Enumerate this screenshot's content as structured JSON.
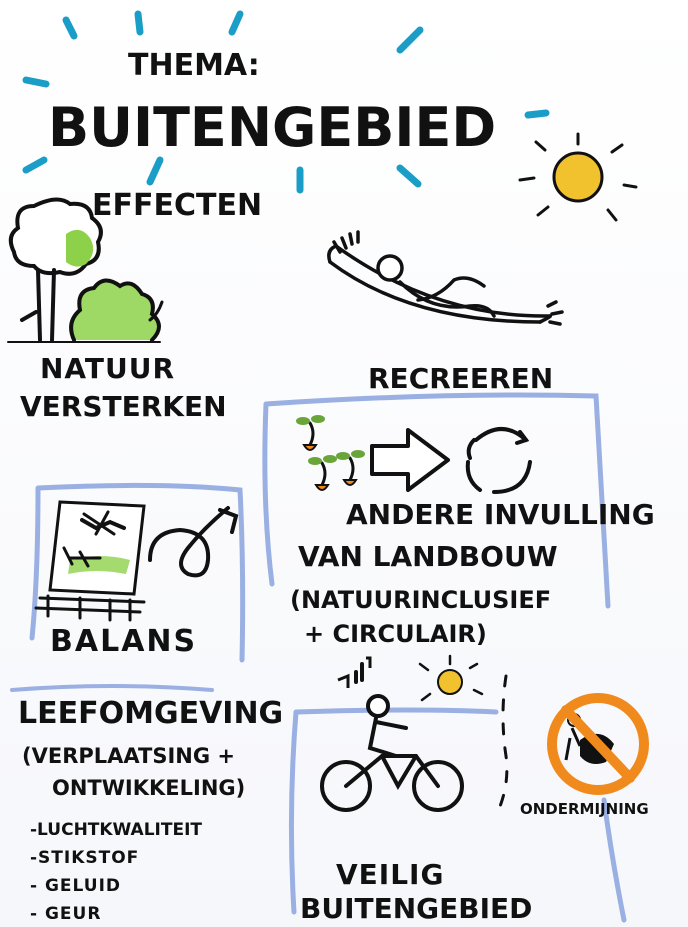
{
  "header": {
    "thema": "THEMA:",
    "title": "BUITENGEBIED"
  },
  "sections": {
    "effecten": "EFFECTEN",
    "natuur": [
      "NATUUR",
      "VERSTERKEN"
    ],
    "recreeren": "RECREEREN",
    "landbouw": [
      "ANDERE INVULLING",
      "VAN LANDBOUW",
      "(NATUURINCLUSIEF",
      "+ CIRCULAIR)"
    ],
    "balans": "BALANS",
    "leefomgeving": {
      "title": "LEEFOMGEVING",
      "sub": [
        "(VERPLAATSING +",
        "ONTWIKKELING)"
      ],
      "bullets": [
        "-LUCHTKWALITEIT",
        "-STIKSTOF",
        "- GELUID",
        "- GEUR"
      ]
    },
    "ondermijning": "ONDERMIJNING",
    "veilig": [
      "VEILIG",
      "BUITENGEBIED"
    ]
  },
  "colors": {
    "ink": "#111111",
    "sun_ray": "#1a9ec7",
    "sun_yellow": "#f2c12e",
    "green": "#8dd14a",
    "frame_blue": "#9ab0e3",
    "orange": "#f08a1c"
  },
  "icons": [
    "tree-icon",
    "bush-icon",
    "sun-icon",
    "hammock-icon",
    "sprout-icon",
    "arrow-right-icon",
    "cycle-icon",
    "scale-icon",
    "bicycle-icon",
    "music-note-icon",
    "forbidden-icon"
  ]
}
